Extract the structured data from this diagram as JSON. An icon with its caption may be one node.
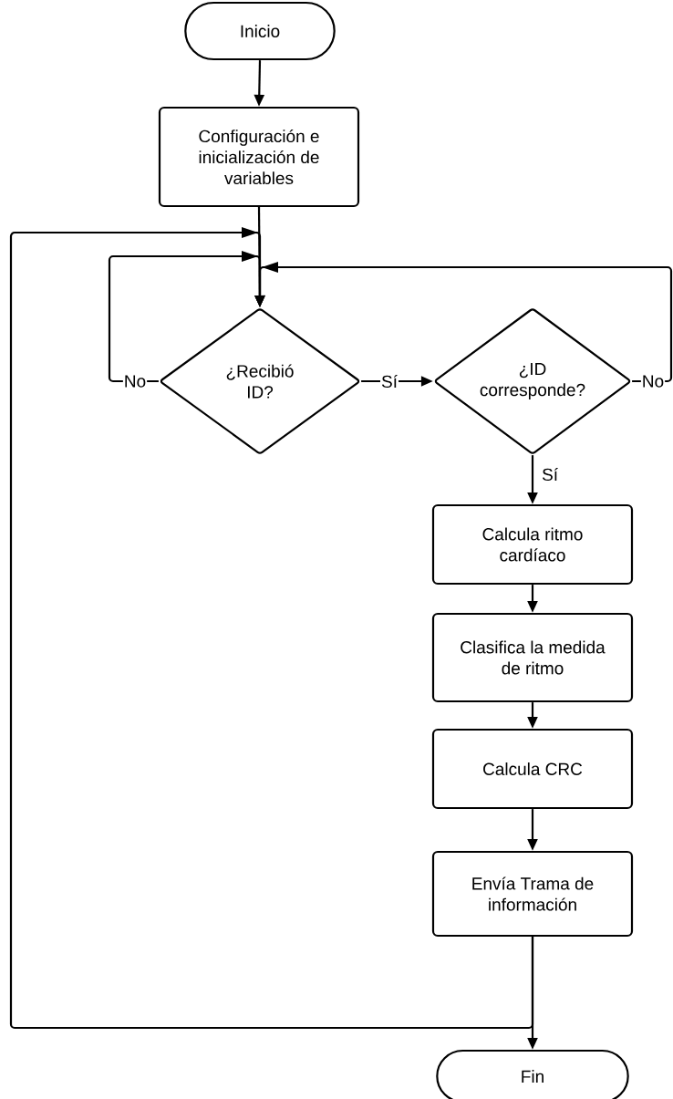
{
  "diagram": {
    "nodes": [
      {
        "text": [
          "Inicio"
        ]
      },
      {
        "text": [
          "Configuración e inicialización de variables"
        ]
      },
      {
        "text": [
          "¿Recibió ID?"
        ]
      },
      {
        "text": [
          "¿ID corresponde?"
        ]
      },
      {
        "text": [
          "Calcula ritmo cardíaco"
        ]
      },
      {
        "text": [
          "Clasifica la medida de ritmo"
        ]
      },
      {
        "text": [
          "Calcula CRC"
        ]
      },
      {
        "text": [
          "Envía Trama de información"
        ]
      },
      {
        "text": [
          "Fin"
        ]
      }
    ],
    "edges": [
      {
        "from": 0,
        "to": 1,
        "arrow": "to"
      },
      {
        "from": 1,
        "to": 2,
        "arrow": "to"
      },
      {
        "from": 2,
        "to": 2,
        "arrow": "to",
        "label": "No"
      },
      {
        "from": 2,
        "to": 3,
        "arrow": "to",
        "label": "Sí"
      },
      {
        "from": 3,
        "to": 2,
        "arrow": "to",
        "label": "No"
      },
      {
        "from": 3,
        "to": 4,
        "arrow": "to",
        "label": "Sí"
      },
      {
        "from": 4,
        "to": 5,
        "arrow": "to"
      },
      {
        "from": 5,
        "to": 6,
        "arrow": "to"
      },
      {
        "from": 6,
        "to": 7,
        "arrow": "to"
      },
      {
        "from": 7,
        "to": 8,
        "arrow": "to"
      },
      {
        "from": 7,
        "to": 2,
        "arrow": "to"
      }
    ]
  }
}
